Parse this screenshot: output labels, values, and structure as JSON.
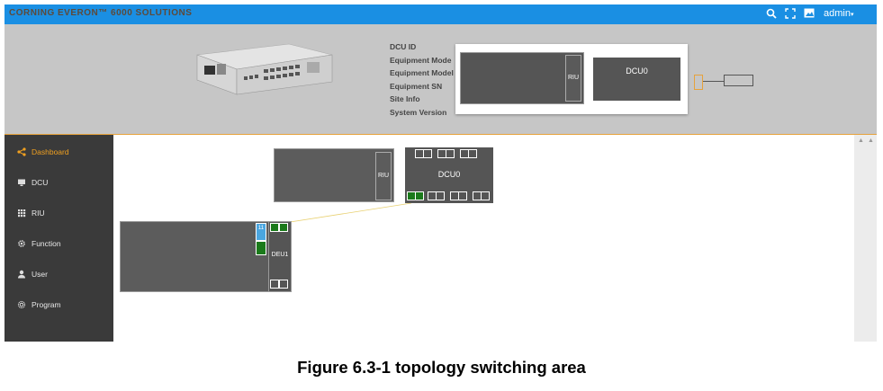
{
  "topbar": {
    "brand": "CORNING EVERON™ 6000 SOLUTIONS",
    "user_label": "admin"
  },
  "icons": [
    "search-icon",
    "fullscreen-icon",
    "image-icon",
    "chevron-down-icon"
  ],
  "header": {
    "info_labels": [
      "DCU ID",
      "Equipment Mode",
      "Equipment Model",
      "Equipment SN",
      "Site Info",
      "System Version"
    ],
    "popup": {
      "riu_label": "RIU",
      "dcu_label": "DCU0"
    }
  },
  "sidebar": {
    "items": [
      {
        "label": "Dashboard",
        "icon": "share-icon",
        "active": true
      },
      {
        "label": "DCU",
        "icon": "monitor-icon",
        "active": false
      },
      {
        "label": "RIU",
        "icon": "grid-icon",
        "active": false
      },
      {
        "label": "Function",
        "icon": "gear-icon",
        "active": false
      },
      {
        "label": "User",
        "icon": "user-icon",
        "active": false
      },
      {
        "label": "Program",
        "icon": "cog-icon",
        "active": false
      }
    ]
  },
  "topology": {
    "riu_label": "RIU",
    "dcu_label": "DCU0",
    "deu_label": "DEU1",
    "deu_port_number": "11"
  },
  "colors": {
    "topbar": "#1a8fe3",
    "accent": "#f0a020",
    "port_active": "#1b7a1b",
    "port_selected": "#4aa6e0"
  },
  "caption": "Figure 6.3-1 topology switching area"
}
